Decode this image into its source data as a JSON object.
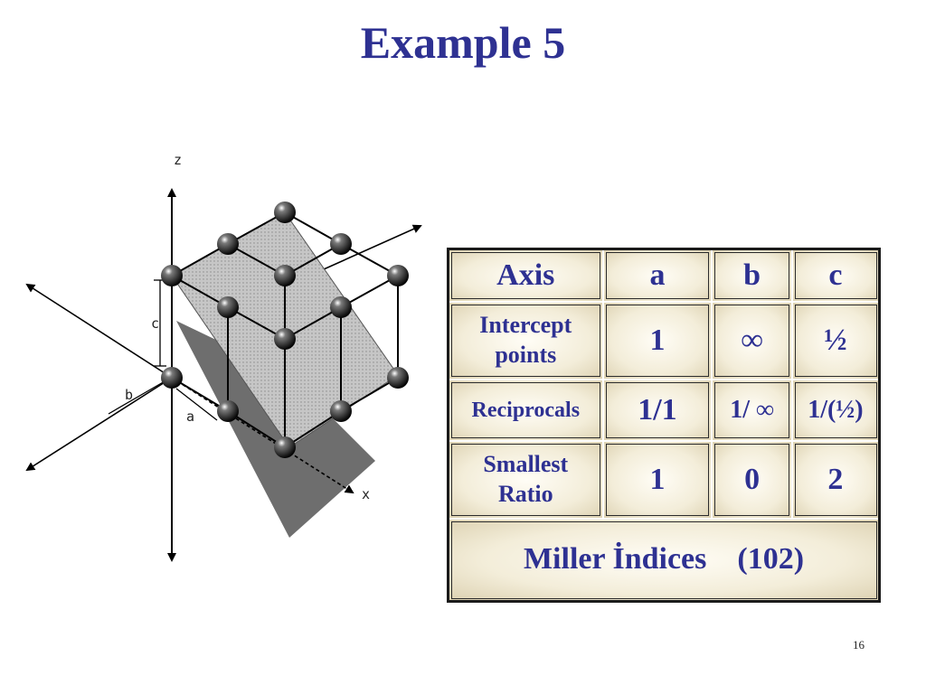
{
  "slide": {
    "title": "Example 5",
    "page_number": "16"
  },
  "figure": {
    "axis_labels": {
      "z": "z",
      "x": "x",
      "a": "a",
      "b": "b",
      "c": "c"
    },
    "colors": {
      "plane_front": "#b9b9b9",
      "plane_shadow": "#6e6e6e",
      "atom": "#1a1a1a",
      "edge": "#000000"
    }
  },
  "table": {
    "headers": [
      "Axis",
      "a",
      "b",
      "c"
    ],
    "rows": [
      {
        "label_line1": "Intercept",
        "label_line2": "points",
        "values": [
          "1",
          "∞",
          "½"
        ]
      },
      {
        "label_line1": "Reciprocals",
        "label_line2": "",
        "values": [
          "1/1",
          "1/ ∞",
          "1/(½)"
        ]
      },
      {
        "label_line1": "Smallest",
        "label_line2": "Ratio",
        "values": [
          "1",
          "0",
          "2"
        ]
      }
    ],
    "footer": {
      "label": "Miller İndices",
      "value": "(102)"
    }
  },
  "colors": {
    "text": "#2e3192",
    "cell_bg": "#f3edd9"
  }
}
